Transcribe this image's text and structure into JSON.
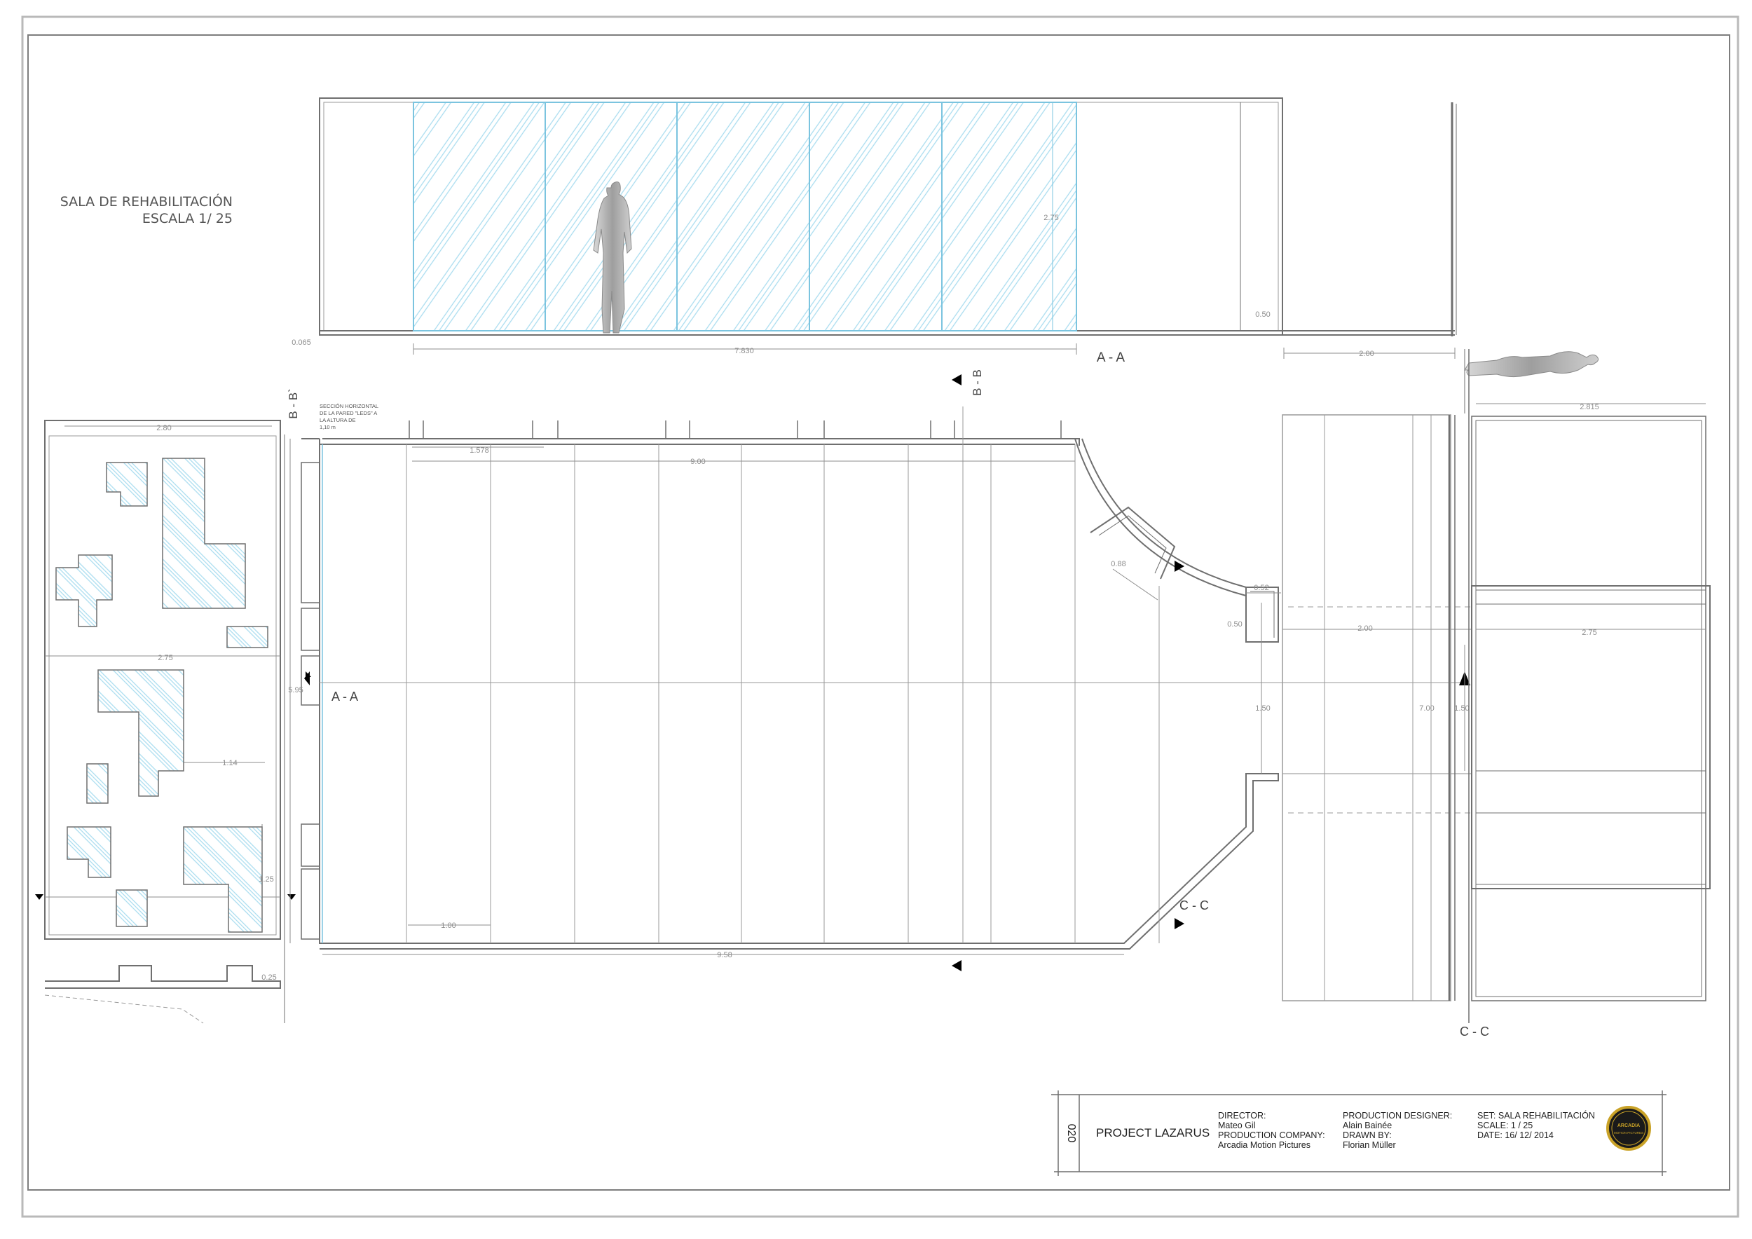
{
  "sheet": {
    "title_line1": "SALA DE REHABILITACIÓN",
    "title_line2": "ESCALA 1/ 25",
    "note_lines": [
      "SECCIÓN HORIZONTAL",
      "DE LA PARED \"LEDS\" A",
      "LA ALTURA DE",
      "1,10 m"
    ]
  },
  "section_labels": {
    "aa_elevation": "A - A",
    "aa_plan": "A - A",
    "bb_left": "B - B`",
    "bb_top": "B - B",
    "cc_plan": "C - C",
    "cc_bottom": "C - C"
  },
  "dimensions": {
    "elev_width": "7.830",
    "elev_height": "2.75",
    "elev_base": "0.065",
    "elev_side": "0.50",
    "elev_right": "2.00",
    "left_top": "2.80",
    "left_mid": "2.75",
    "left_114": "1.14",
    "left_125": "1.25",
    "left_025": "0.25",
    "plan_1578": "1.578",
    "plan_900": "9.00",
    "plan_100": "1.00",
    "plan_958": "9.58",
    "plan_595": "5.95",
    "plan_088": "0.88",
    "plan_052": "0.52",
    "plan_050": "0.50",
    "plan_200": "2.00",
    "plan_150a": "1.50",
    "plan_150b": "1.50",
    "plan_700": "7.00",
    "right_2815": "2.815",
    "right_275": "2.75"
  },
  "title_block": {
    "sheet_number": "020",
    "project": "PROJECT LAZARUS",
    "director_label": "DIRECTOR:",
    "director": "Mateo Gil",
    "production_company_label": "PRODUCTION COMPANY:",
    "production_company": "Arcadia Motion Pictures",
    "designer_label": "PRODUCTION DESIGNER:",
    "designer": "Alain Bainée",
    "drawn_by_label": "DRAWN BY:",
    "drawn_by": "Florian Müller",
    "set": "SET: SALA REHABILITACIÓN",
    "scale": "SCALE: 1 / 25",
    "date": "DATE: 16/ 12/ 2014",
    "logo_text_top": "ARCADIA",
    "logo_text_bottom": "MOTION PICTURES"
  },
  "colors": {
    "line": "#6f6f6f",
    "dim": "#8d8d8d",
    "glass": "#9fd8ec",
    "logo_gold": "#c9a227"
  }
}
